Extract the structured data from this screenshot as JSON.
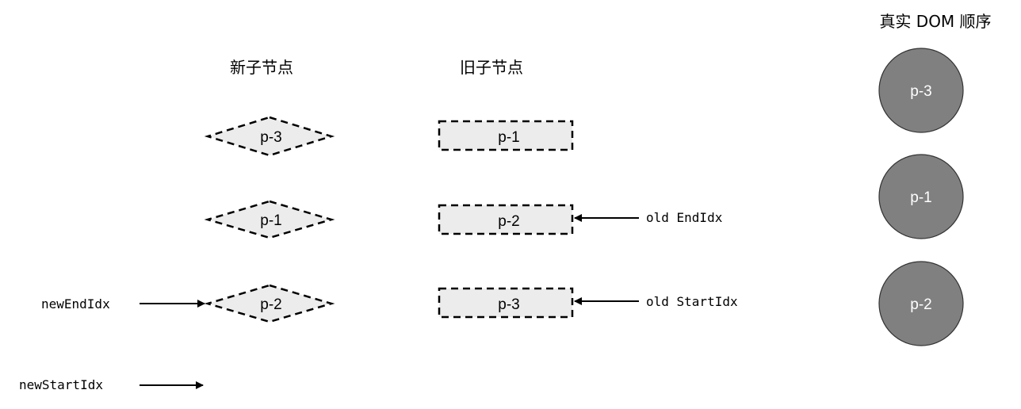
{
  "dom_order": {
    "title": "真实  DOM  顺序",
    "nodes": [
      "p-3",
      "p-1",
      "p-2"
    ]
  },
  "new_children": {
    "heading": "新子节点",
    "nodes": [
      "p-3",
      "p-1",
      "p-2"
    ]
  },
  "old_children": {
    "heading": "旧子节点",
    "nodes": [
      "p-1",
      "p-2",
      "p-3"
    ]
  },
  "pointers": {
    "new_end": "newEndIdx",
    "new_start": "newStartIdx",
    "old_end": "old EndIdx",
    "old_start": "old StartIdx"
  }
}
